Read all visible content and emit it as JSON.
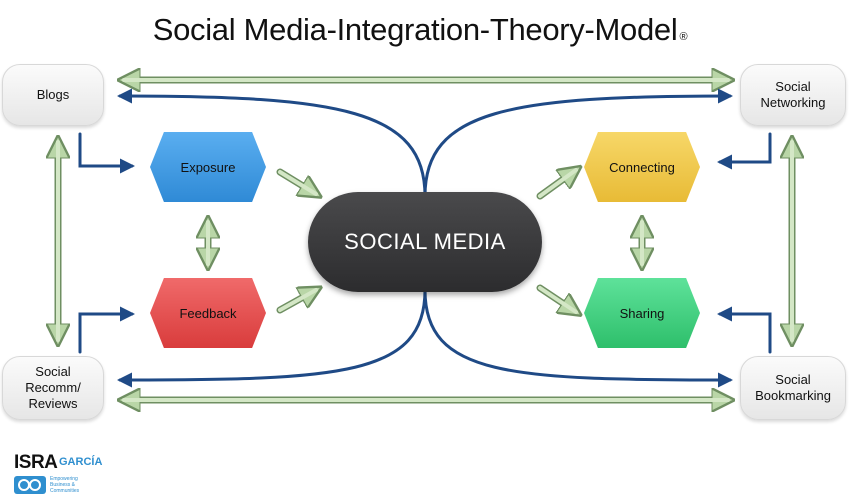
{
  "title": "Social Media-Integration-Theory-Model",
  "title_mark": "®",
  "center": "SOCIAL MEDIA",
  "corners": {
    "blogs": "Blogs",
    "social_networking": "Social\nNetworking",
    "social_recomm": "Social\nRecomm/\nReviews",
    "social_bookmarking": "Social\nBookmarking"
  },
  "hexagons": {
    "exposure": "Exposure",
    "feedback": "Feedback",
    "connecting": "Connecting",
    "sharing": "Sharing"
  },
  "logo": {
    "isra": "ISRA",
    "garcia": "GARCÍA",
    "tagline": "Empowering\nBusiness &\nCommunities"
  },
  "colors": {
    "exposure": "#3d9be4",
    "feedback": "#e85050",
    "connecting": "#f0c94c",
    "sharing": "#3ed27c",
    "arrow_blue": "#1f4a86",
    "arrow_green": "#9dc08a"
  }
}
